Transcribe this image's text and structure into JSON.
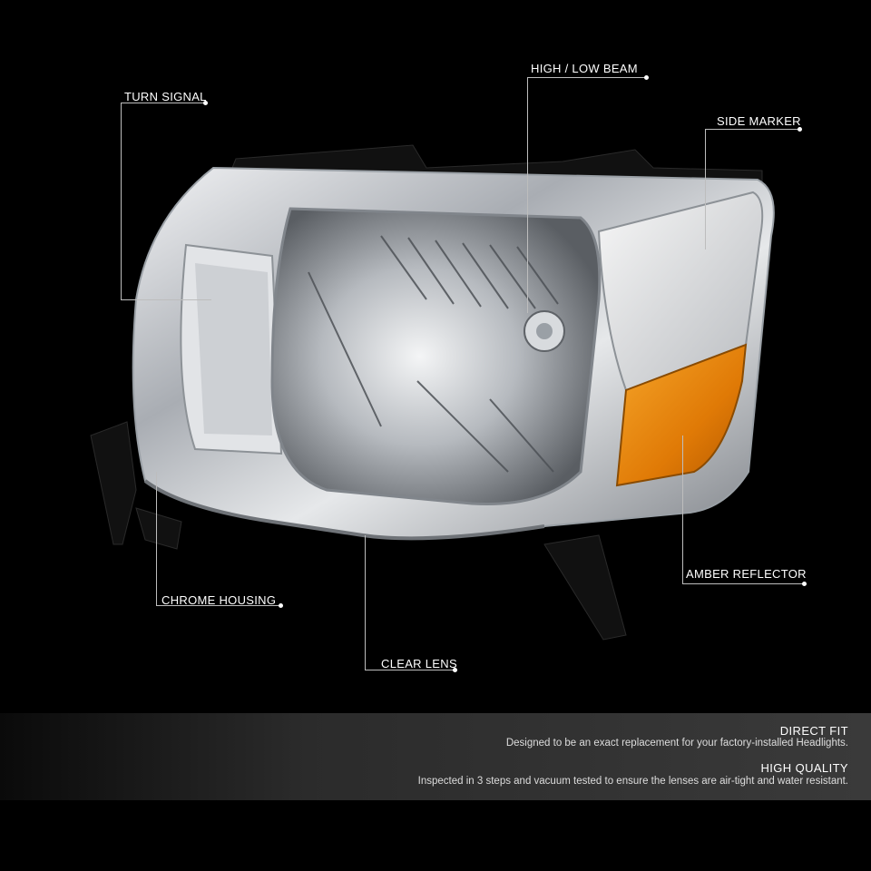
{
  "callouts": {
    "turn_signal": "TURN SIGNAL",
    "high_low_beam": "HIGH / LOW BEAM",
    "side_marker": "SIDE MARKER",
    "amber_reflector": "AMBER REFLECTOR",
    "chrome_housing": "CHROME HOUSING",
    "clear_lens": "CLEAR LENS"
  },
  "features": [
    {
      "title": "DIRECT FIT",
      "description": "Designed to be an exact replacement for your factory-installed Headlights."
    },
    {
      "title": "HIGH QUALITY",
      "description": "Inspected in 3 steps and vacuum tested to ensure the lenses are air-tight and water resistant."
    }
  ],
  "colors": {
    "background": "#000000",
    "amber": "#e8860c",
    "chrome": "#c9ccd0"
  }
}
